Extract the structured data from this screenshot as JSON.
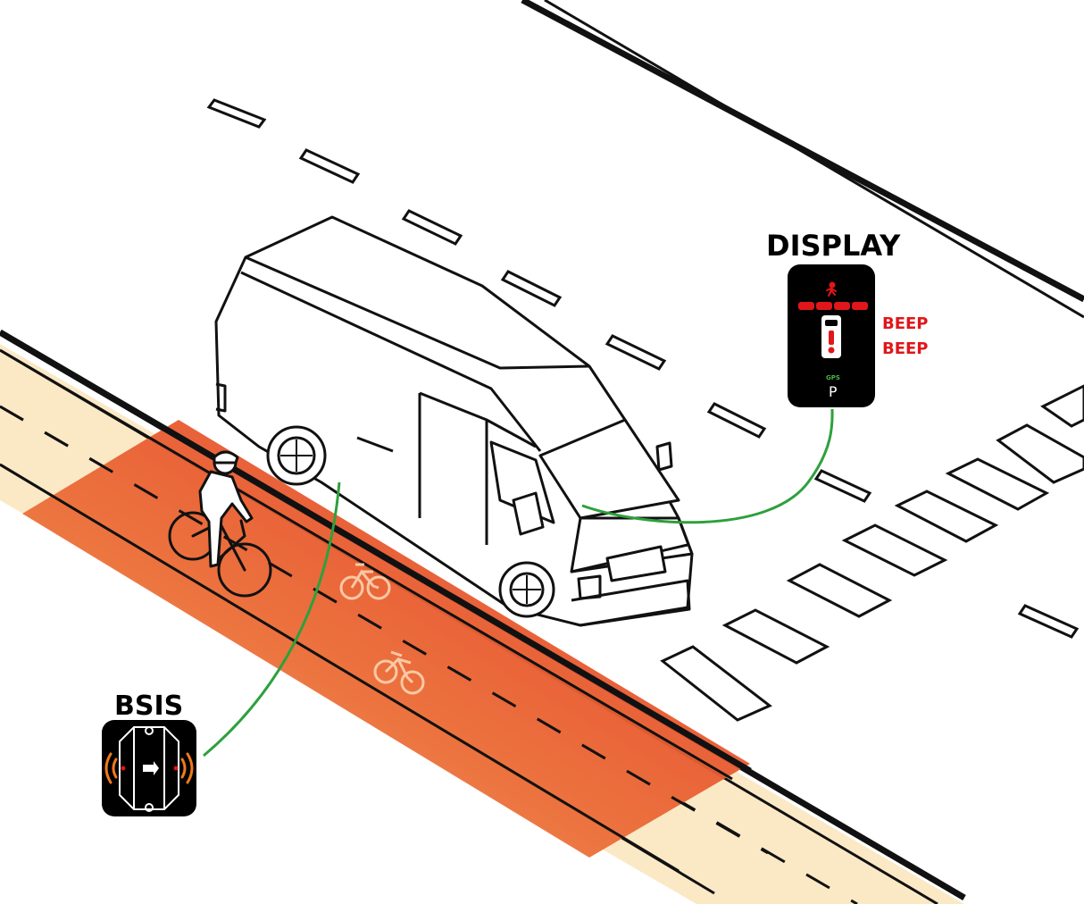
{
  "labels": {
    "display_title": "DISPLAY",
    "bsis_title": "BSIS",
    "beep_1": "BEEP",
    "beep_2": "BEEP",
    "gps": "GPS",
    "gear": "P"
  },
  "colors": {
    "connector_line": "#2ea03c",
    "danger_zone_start": "#e2402a",
    "danger_zone_end": "#f08a3c",
    "bike_lane": "#fbe9c6",
    "alert_red": "#e0161b",
    "gps_green": "#46b649",
    "device_body": "#000000",
    "wave_orange": "#f07a1a"
  },
  "icons": {
    "display_device": "display-screen-icon",
    "pedestrian": "pedestrian-icon",
    "vehicle": "vehicle-topdown-icon",
    "warning": "exclamation-icon",
    "bsis_sensor": "sensor-waves-icon",
    "bicycle_marking": "bicycle-icon",
    "cyclist": "cyclist-icon",
    "van": "van-icon"
  }
}
